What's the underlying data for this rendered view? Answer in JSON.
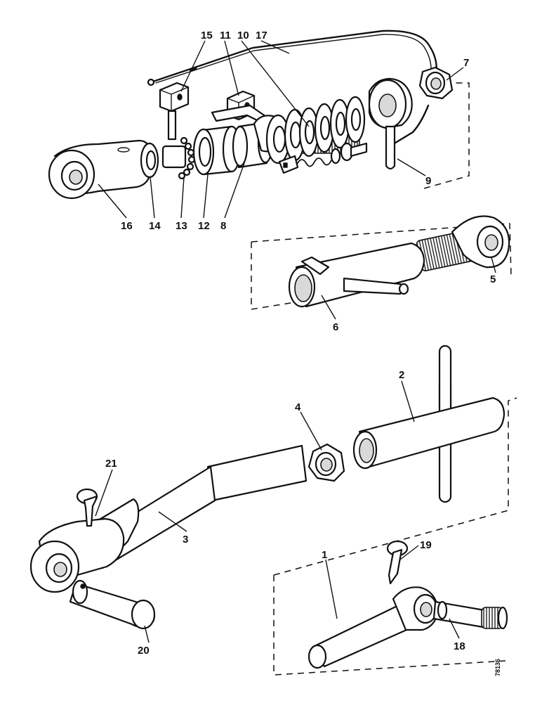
{
  "labels": {
    "n1": "1",
    "n2": "2",
    "n3": "3",
    "n4": "4",
    "n5": "5",
    "n6": "6",
    "n7": "7",
    "n8": "8",
    "n9": "9",
    "n10": "10",
    "n11": "11",
    "n12": "12",
    "n13": "13",
    "n14": "14",
    "n15": "15",
    "n16": "16",
    "n17": "17",
    "n18": "18",
    "n19": "19",
    "n20": "20",
    "n21": "21"
  },
  "reference": "78136"
}
